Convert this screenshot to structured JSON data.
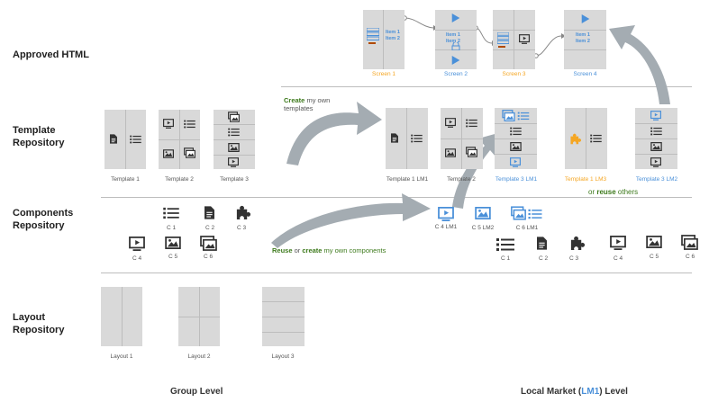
{
  "rows": {
    "approved": "Approved HTML",
    "template_l1": "Template",
    "template_l2": "Repository",
    "components_l1": "Components",
    "components_l2": "Repository",
    "layout_l1": "Layout",
    "layout_l2": "Repository"
  },
  "screens": {
    "s1": "Screen 1",
    "s2": "Screen 2",
    "s3": "Screen 3",
    "s4": "Screen 4",
    "item1": "Item 1",
    "item2": "Item 2"
  },
  "templates": {
    "t1": "Template 1",
    "t2": "Template 2",
    "t3": "Template 3",
    "lm1_t1": "Template 1 LM1",
    "lm1_t2": "Template 2",
    "lm1_t3": "Template 3 LM1",
    "lm3": "Template 1 LM3",
    "lm2": "Template 3 LM2"
  },
  "notes": {
    "create_bold": "Create",
    "create_rest": " my own",
    "templates": "templates",
    "or": "or ",
    "reuse_bold": "reuse",
    "others": " others",
    "reuse2": "Reuse",
    "or2": " or ",
    "create2": "create",
    "comp_rest": " my own components"
  },
  "components": {
    "c1": "C 1",
    "c2": "C 2",
    "c3": "C 3",
    "c4": "C 4",
    "c5": "C 5",
    "c6": "C 6",
    "c4lm1": "C 4 LM1",
    "c5lm2": "C 5 LM2",
    "c6lm1": "C 6 LM1"
  },
  "layouts": {
    "l1": "Layout 1",
    "l2": "Layout 2",
    "l3": "Layout 3"
  },
  "levels": {
    "group": "Group Level",
    "local_pre": "Local Market (",
    "local_lm": "LM1",
    "local_post": ") Level"
  },
  "colors": {
    "accent": "#4a90d9",
    "orange": "#f5a623",
    "green": "#3d7a1c",
    "box": "#d9d9d9",
    "icon": "#333333"
  }
}
